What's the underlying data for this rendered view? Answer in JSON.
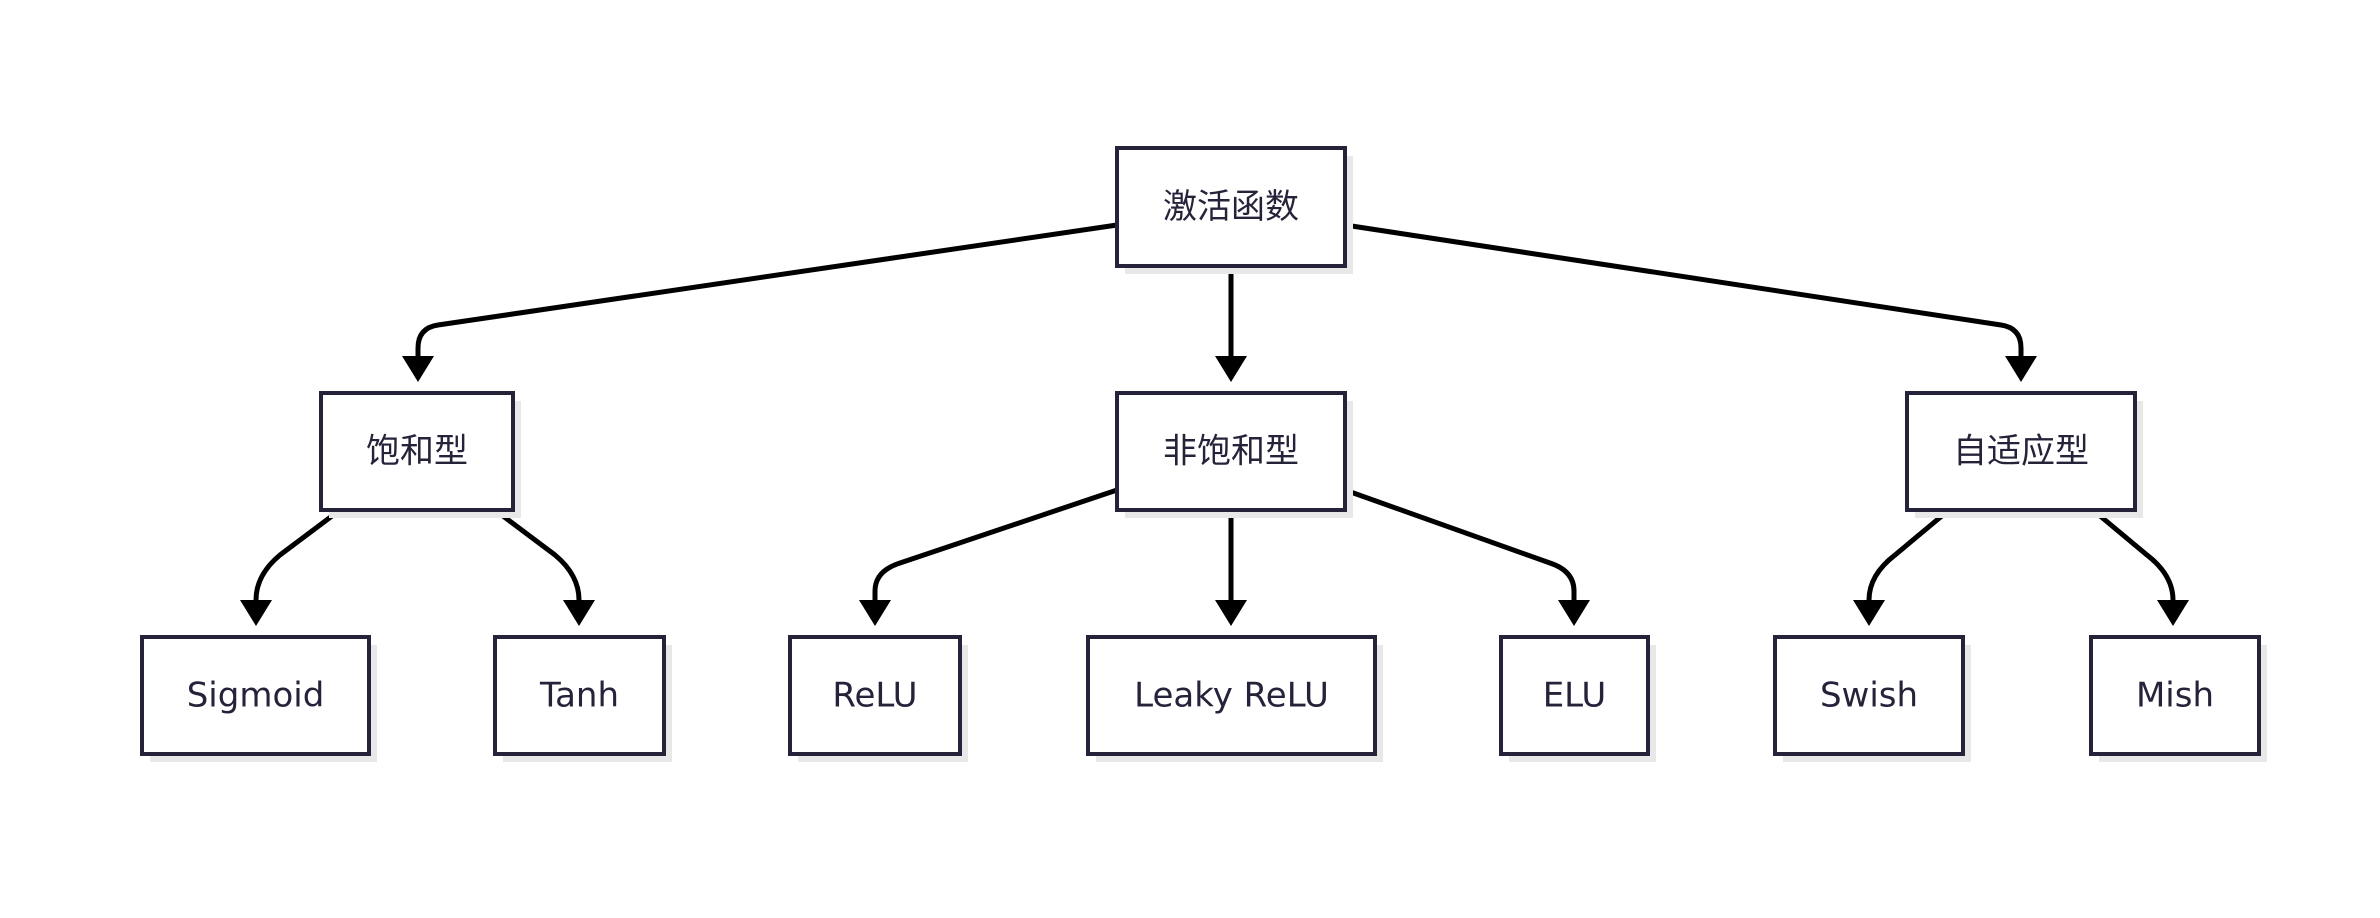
{
  "diagram": {
    "type": "tree",
    "root": "激活函数",
    "nodes": [
      {
        "id": "root",
        "label": "激活函数"
      },
      {
        "id": "saturating",
        "label": "饱和型"
      },
      {
        "id": "non_saturating",
        "label": "非饱和型"
      },
      {
        "id": "adaptive",
        "label": "自适应型"
      },
      {
        "id": "sigmoid",
        "label": "Sigmoid"
      },
      {
        "id": "tanh",
        "label": "Tanh"
      },
      {
        "id": "relu",
        "label": "ReLU"
      },
      {
        "id": "leaky_relu",
        "label": "Leaky ReLU"
      },
      {
        "id": "elu",
        "label": "ELU"
      },
      {
        "id": "swish",
        "label": "Swish"
      },
      {
        "id": "mish",
        "label": "Mish"
      }
    ],
    "edges": [
      {
        "from": "root",
        "to": "saturating"
      },
      {
        "from": "root",
        "to": "non_saturating"
      },
      {
        "from": "root",
        "to": "adaptive"
      },
      {
        "from": "saturating",
        "to": "sigmoid"
      },
      {
        "from": "saturating",
        "to": "tanh"
      },
      {
        "from": "non_saturating",
        "to": "relu"
      },
      {
        "from": "non_saturating",
        "to": "leaky_relu"
      },
      {
        "from": "non_saturating",
        "to": "elu"
      },
      {
        "from": "adaptive",
        "to": "swish"
      },
      {
        "from": "adaptive",
        "to": "mish"
      }
    ],
    "colors": {
      "node_border": "#25233a",
      "node_fill": "#ffffff",
      "node_text": "#25233a",
      "edge": "#000000",
      "shadow": "#e8e8e8"
    }
  }
}
